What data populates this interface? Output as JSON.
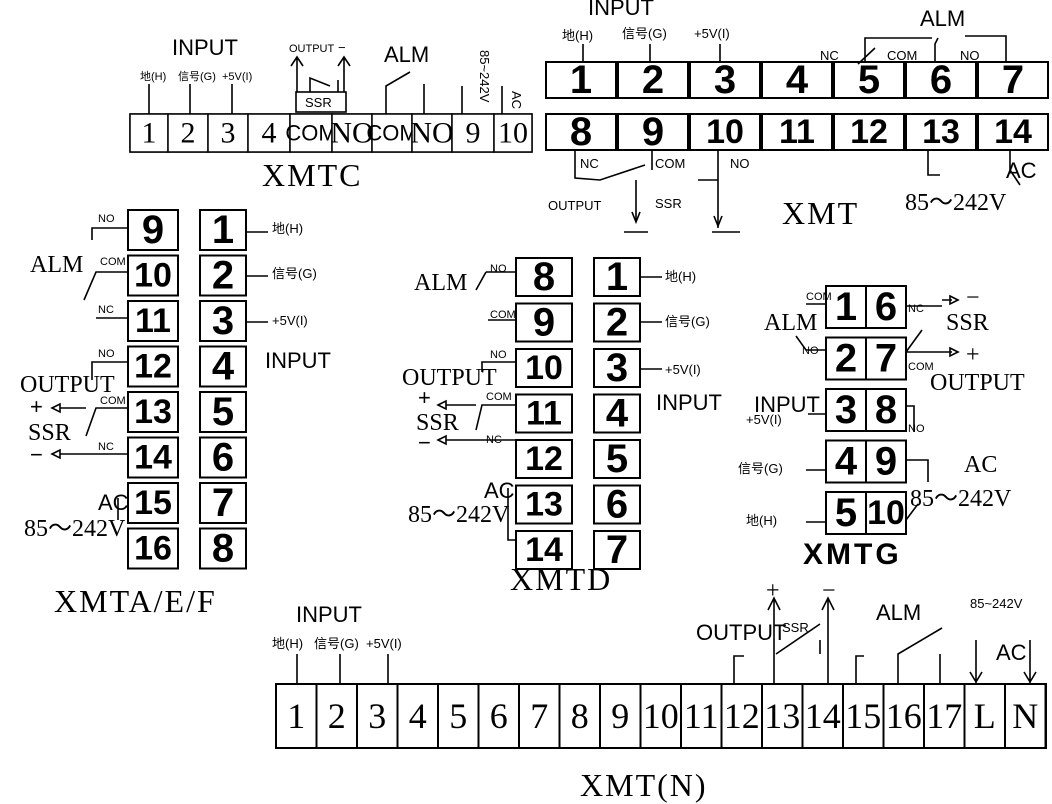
{
  "labels": {
    "input": "INPUT",
    "output": "OUTPUT",
    "alm": "ALM",
    "ssr": "SSR",
    "nc": "NC",
    "no": "NO",
    "com": "COM",
    "ac": "AC",
    "plus": "+",
    "minus": "−",
    "ground": "地(H)",
    "signal": "信号(G)",
    "plus5v": "+5V(I)",
    "power": "85~242V",
    "power_wide": "85～242V",
    "l": "L",
    "n": "N"
  },
  "xmtc": {
    "title": "XMTC",
    "terminals": [
      "1",
      "2",
      "3",
      "4",
      "COM",
      "NO",
      "COM",
      "NO",
      "9",
      "10"
    ]
  },
  "xmt": {
    "title": "XMT",
    "top_row": [
      "1",
      "2",
      "3",
      "4",
      "5",
      "6",
      "7"
    ],
    "bottom_row": [
      "8",
      "9",
      "10",
      "11",
      "12",
      "13",
      "14"
    ]
  },
  "xmta": {
    "title": "XMTA/E/F",
    "left_col": [
      "9",
      "10",
      "11",
      "12",
      "13",
      "14",
      "15",
      "16"
    ],
    "right_col": [
      "1",
      "2",
      "3",
      "4",
      "5",
      "6",
      "7",
      "8"
    ]
  },
  "xmtd": {
    "title": "XMTD",
    "left_col": [
      "8",
      "9",
      "10",
      "11",
      "12",
      "13",
      "14"
    ],
    "right_col": [
      "1",
      "2",
      "3",
      "4",
      "5",
      "6",
      "7"
    ]
  },
  "xmtg": {
    "title": "XMTG",
    "left_col": [
      "1",
      "2",
      "3",
      "4",
      "5"
    ],
    "right_col": [
      "6",
      "7",
      "8",
      "9",
      "10"
    ]
  },
  "xmtn": {
    "title": "XMT(N)",
    "terminals": [
      "1",
      "2",
      "3",
      "4",
      "5",
      "6",
      "7",
      "8",
      "9",
      "10",
      "11",
      "12",
      "13",
      "14",
      "15",
      "16",
      "17",
      "L",
      "N"
    ]
  }
}
